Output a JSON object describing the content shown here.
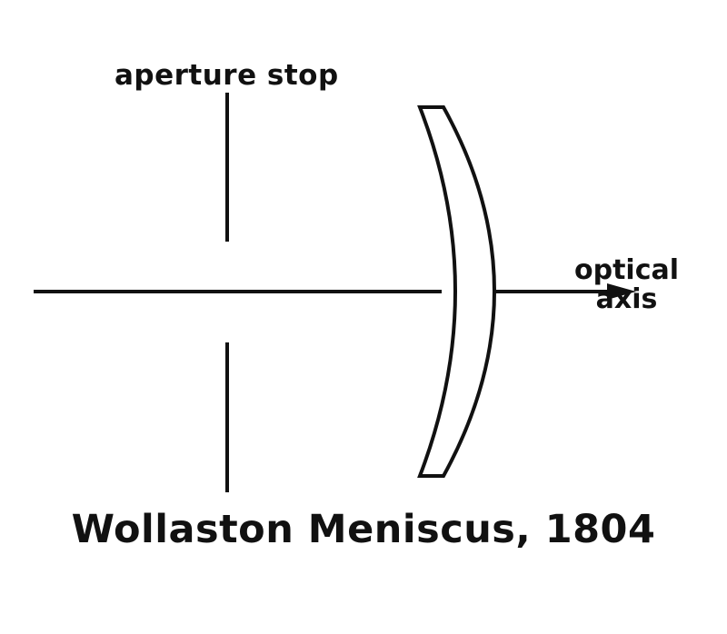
{
  "labels": {
    "aperture_stop": "aperture stop",
    "optical_axis_line1": "optical",
    "optical_axis_line2": "axis",
    "title": "Wollaston Meniscus, 1804"
  },
  "colors": {
    "stroke": "#111111",
    "background": "#ffffff"
  }
}
